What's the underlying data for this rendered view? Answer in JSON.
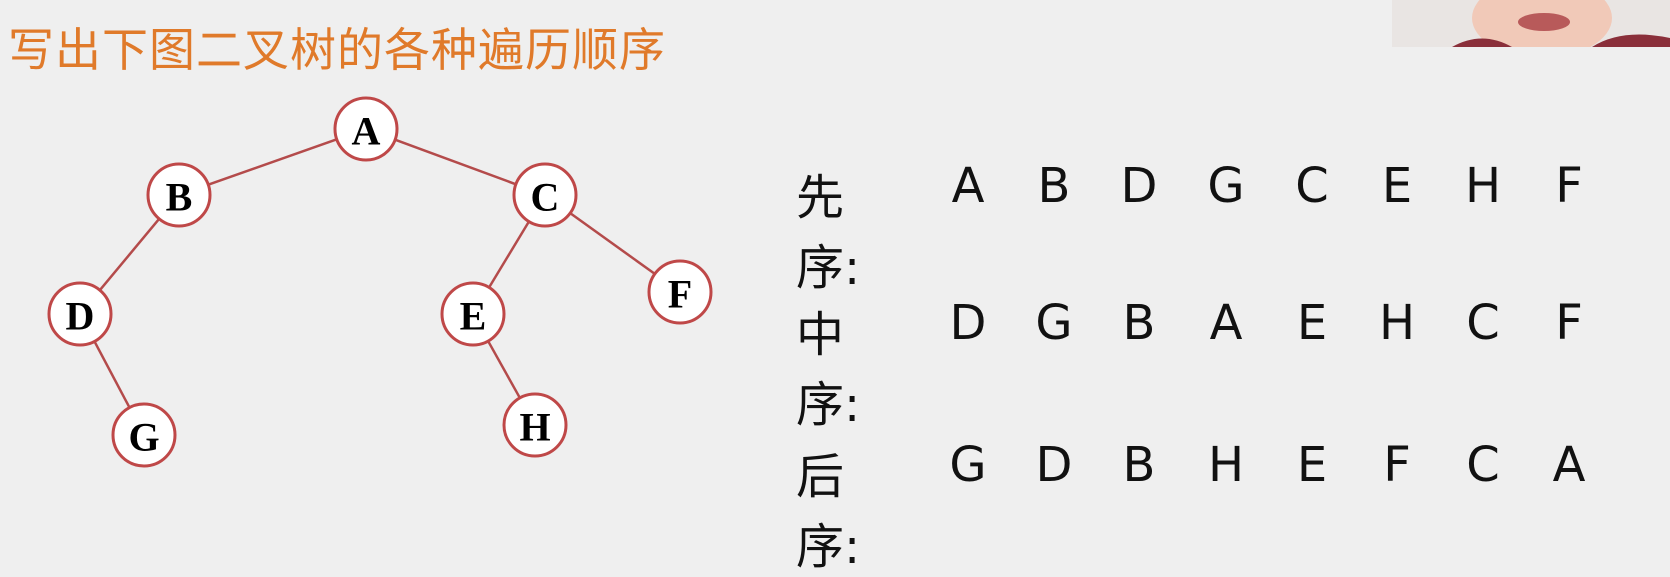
{
  "title": "写出下图二叉树的各种遍历顺序",
  "tree": {
    "nodes": [
      {
        "id": "A",
        "label": "A"
      },
      {
        "id": "B",
        "label": "B"
      },
      {
        "id": "C",
        "label": "C"
      },
      {
        "id": "D",
        "label": "D"
      },
      {
        "id": "E",
        "label": "E"
      },
      {
        "id": "F",
        "label": "F"
      },
      {
        "id": "G",
        "label": "G"
      },
      {
        "id": "H",
        "label": "H"
      }
    ],
    "edges": [
      [
        "A",
        "B"
      ],
      [
        "A",
        "C"
      ],
      [
        "B",
        "D"
      ],
      [
        "D",
        "G"
      ],
      [
        "C",
        "E"
      ],
      [
        "C",
        "F"
      ],
      [
        "E",
        "H"
      ]
    ]
  },
  "traversals": [
    {
      "label": "先序:",
      "sequence": [
        "A",
        "B",
        "D",
        "G",
        "C",
        "E",
        "H",
        "F"
      ]
    },
    {
      "label": "中序:",
      "sequence": [
        "D",
        "G",
        "B",
        "A",
        "E",
        "H",
        "C",
        "F"
      ]
    },
    {
      "label": "后序:",
      "sequence": [
        "G",
        "D",
        "B",
        "H",
        "E",
        "F",
        "C",
        "A"
      ]
    }
  ]
}
